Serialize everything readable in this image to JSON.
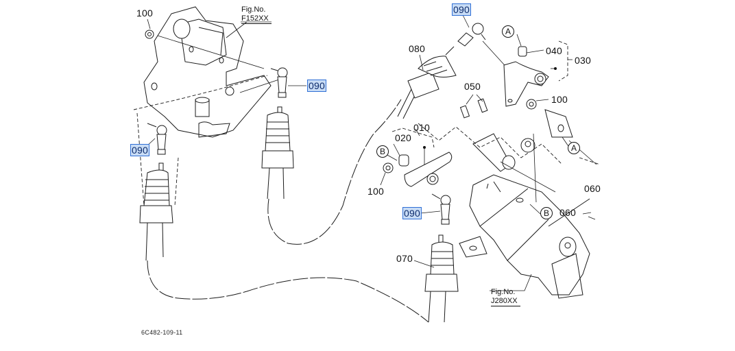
{
  "diagram": {
    "figure_code": "6C482-109-11",
    "figure_refs": [
      {
        "id": "fig-left",
        "caption": "Fig.No.",
        "number": "F152XX"
      },
      {
        "id": "fig-right",
        "caption": "Fig.No.",
        "number": "J280XX"
      }
    ],
    "part_labels": [
      {
        "id": "p100-a",
        "text": "100",
        "highlighted": false
      },
      {
        "id": "p090-a",
        "text": "090",
        "highlighted": true
      },
      {
        "id": "p090-b",
        "text": "090",
        "highlighted": true
      },
      {
        "id": "p090-c",
        "text": "090",
        "highlighted": true
      },
      {
        "id": "p080",
        "text": "080",
        "highlighted": false
      },
      {
        "id": "p040",
        "text": "040",
        "highlighted": false
      },
      {
        "id": "p030",
        "text": "030",
        "highlighted": false
      },
      {
        "id": "p050",
        "text": "050",
        "highlighted": false
      },
      {
        "id": "p100-b",
        "text": "100",
        "highlighted": false
      },
      {
        "id": "p010",
        "text": "010",
        "highlighted": false
      },
      {
        "id": "p020",
        "text": "020",
        "highlighted": false
      },
      {
        "id": "p100-c",
        "text": "100",
        "highlighted": false
      },
      {
        "id": "p090-d",
        "text": "090",
        "highlighted": true
      },
      {
        "id": "p060-a",
        "text": "060",
        "highlighted": false
      },
      {
        "id": "p060-b",
        "text": "060",
        "highlighted": false
      },
      {
        "id": "p070",
        "text": "070",
        "highlighted": false
      }
    ],
    "callouts": [
      {
        "id": "ref-a-top",
        "text": "A"
      },
      {
        "id": "ref-a-right",
        "text": "A"
      },
      {
        "id": "ref-b-left",
        "text": "B"
      },
      {
        "id": "ref-b-right",
        "text": "B"
      }
    ],
    "highlight_color": "#c8dcf5",
    "highlight_border": "#2f6fd6"
  }
}
